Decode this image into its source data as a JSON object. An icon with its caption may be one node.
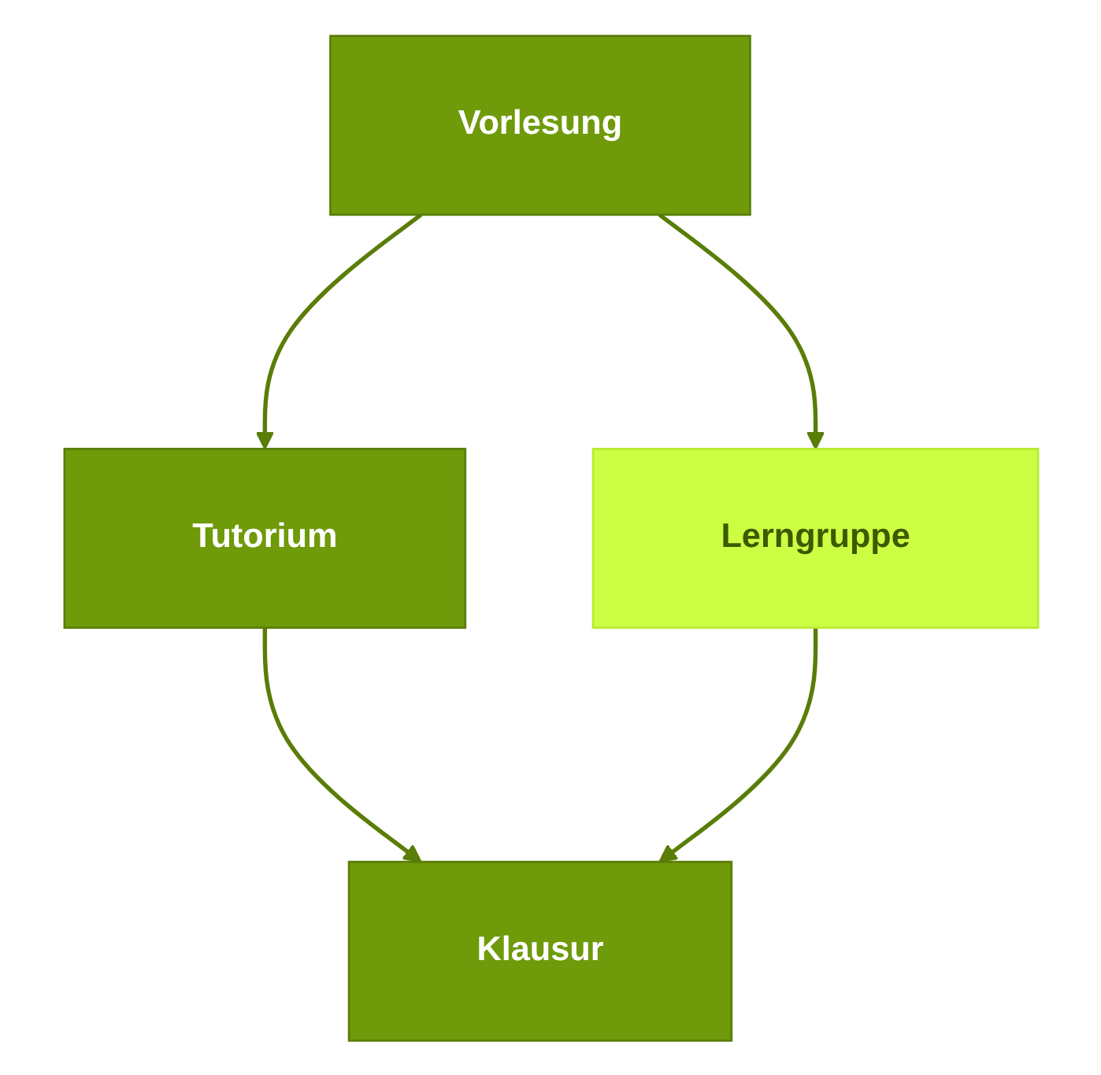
{
  "diagram": {
    "nodes": [
      {
        "text": [
          "Vorlesung"
        ]
      },
      {
        "text": [
          "Tutorium"
        ]
      },
      {
        "text": [
          "Lerngruppe"
        ]
      },
      {
        "text": [
          "Klausur"
        ]
      }
    ],
    "edges": [
      {
        "from": 0,
        "to": 1,
        "arrow": "to"
      },
      {
        "from": 0,
        "to": 2,
        "arrow": "to"
      },
      {
        "from": 1,
        "to": 3,
        "arrow": "to"
      },
      {
        "from": 2,
        "to": 3,
        "arrow": "to"
      }
    ]
  }
}
